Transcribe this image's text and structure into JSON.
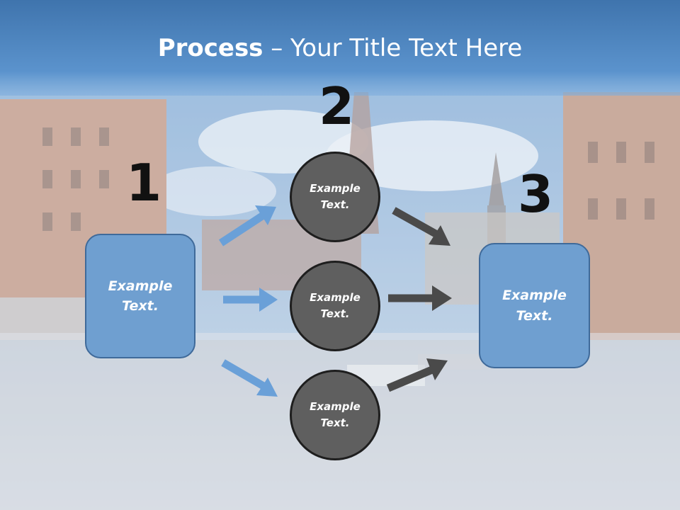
{
  "title": {
    "bold": "Process",
    "rest": " – Your Title Text Here"
  },
  "steps": [
    {
      "number": "1",
      "text_line1": "Example",
      "text_line2": "Text."
    },
    {
      "number": "2"
    },
    {
      "number": "3",
      "text_line1": "Example",
      "text_line2": "Text."
    }
  ],
  "circles": [
    {
      "text_line1": "Example",
      "text_line2": "Text."
    },
    {
      "text_line1": "Example",
      "text_line2": "Text."
    },
    {
      "text_line1": "Example",
      "text_line2": "Text."
    }
  ],
  "colors": {
    "header_blue": "#4f86bf",
    "box_fill": "#6f9fd0",
    "box_border": "#3f6a9a",
    "circle_fill": "#5f5f5f",
    "left_arrow": "#6aa0d8",
    "right_arrow": "#4a4a4a"
  }
}
